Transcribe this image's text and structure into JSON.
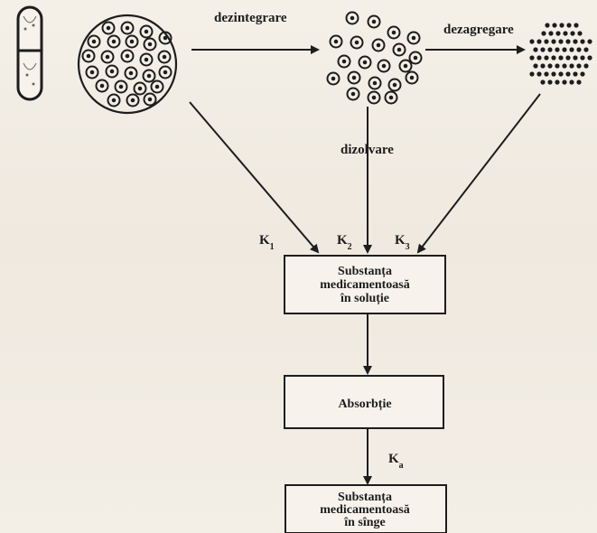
{
  "steps": {
    "disintegration_label": "dezintegrare",
    "disaggregation_label": "dezagregare",
    "dissolution_label": "dizolvare"
  },
  "rates": {
    "k1": {
      "main": "K",
      "sub": "1"
    },
    "k2": {
      "main": "K",
      "sub": "2"
    },
    "k3": {
      "main": "K",
      "sub": "3"
    },
    "ka": {
      "main": "K",
      "sub": "a"
    }
  },
  "boxes": {
    "solution": {
      "line1": "Substanța",
      "line2": "medicamentoasă",
      "line3": "în soluție"
    },
    "absorption": {
      "line1": "Absorbție"
    },
    "blood": {
      "line1": "Substanța",
      "line2": "medicamentoasă",
      "line3": "în sînge"
    }
  }
}
